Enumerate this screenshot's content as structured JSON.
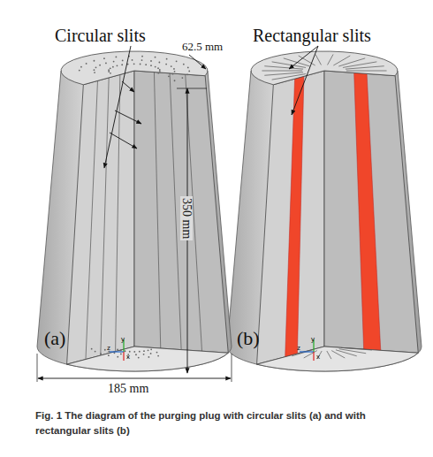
{
  "diagram": {
    "caption": "Fig. 1 The diagram of the purging plug with circular slits (a) and with rectangular slits (b)",
    "labels": [
      "Circular slits",
      "62.5 mm",
      "Rectangular slits",
      "350 mm",
      "y",
      "z",
      "x",
      "(a)",
      "y",
      "z",
      "x",
      "(b)",
      "185 mm"
    ]
  }
}
